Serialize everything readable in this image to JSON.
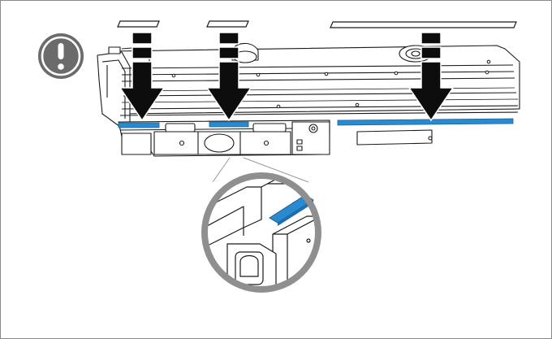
{
  "figure": {
    "kind": "installation-instruction-illustration",
    "icons": {
      "notice": "exclamation-icon",
      "arrow": "down-arrow-icon"
    },
    "colors": {
      "tape": "#2a8ad0",
      "tape_edge": "#1a5f96",
      "warning_icon": "#6b6b6b",
      "frame": "#8a8a8a",
      "line": "#1a1a1a",
      "arrow": "#0d0d0d"
    },
    "arrow_count": 3,
    "tape_strip_count": 3,
    "magnifier": "detail-zoom-circle"
  }
}
